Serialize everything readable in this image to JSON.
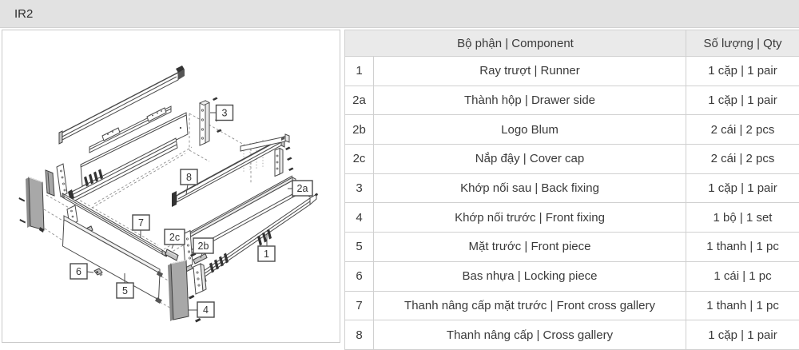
{
  "header": {
    "title": "IR2"
  },
  "table": {
    "columns": {
      "component": "Bộ phận | Component",
      "qty": "Số lượng | Qty"
    },
    "rows": [
      {
        "id": "1",
        "component": "Ray trượt | Runner",
        "qty": "1 cặp | 1 pair"
      },
      {
        "id": "2a",
        "component": "Thành hộp | Drawer side",
        "qty": "1 cặp | 1 pair"
      },
      {
        "id": "2b",
        "component": "Logo Blum",
        "qty": "2 cái | 2 pcs"
      },
      {
        "id": "2c",
        "component": "Nắp đậy | Cover cap",
        "qty": "2 cái | 2 pcs"
      },
      {
        "id": "3",
        "component": "Khớp nối sau | Back fixing",
        "qty": "1 cặp | 1 pair"
      },
      {
        "id": "4",
        "component": "Khớp nối trước | Front fixing",
        "qty": "1 bộ | 1 set"
      },
      {
        "id": "5",
        "component": "Mặt trước | Front piece",
        "qty": "1 thanh | 1 pc"
      },
      {
        "id": "6",
        "component": "Bas nhựa | Locking piece",
        "qty": "1 cái | 1 pc"
      },
      {
        "id": "7",
        "component": "Thanh nâng cấp mặt trước | Front cross gallery",
        "qty": "1 thanh | 1 pc"
      },
      {
        "id": "8",
        "component": "Thanh nâng cấp | Cross gallery",
        "qty": "1 cặp | 1 pair"
      }
    ]
  },
  "diagram": {
    "labels": [
      {
        "text": "3"
      },
      {
        "text": "8"
      },
      {
        "text": "2a"
      },
      {
        "text": "7"
      },
      {
        "text": "2c"
      },
      {
        "text": "2b"
      },
      {
        "text": "1"
      },
      {
        "text": "6"
      },
      {
        "text": "5"
      },
      {
        "text": "4"
      }
    ],
    "colors": {
      "panel_gray": "#a8a8a8",
      "line": "#4a4a4a",
      "header_bg": "#eaeaea",
      "bar_bg": "#e2e2e2"
    }
  }
}
